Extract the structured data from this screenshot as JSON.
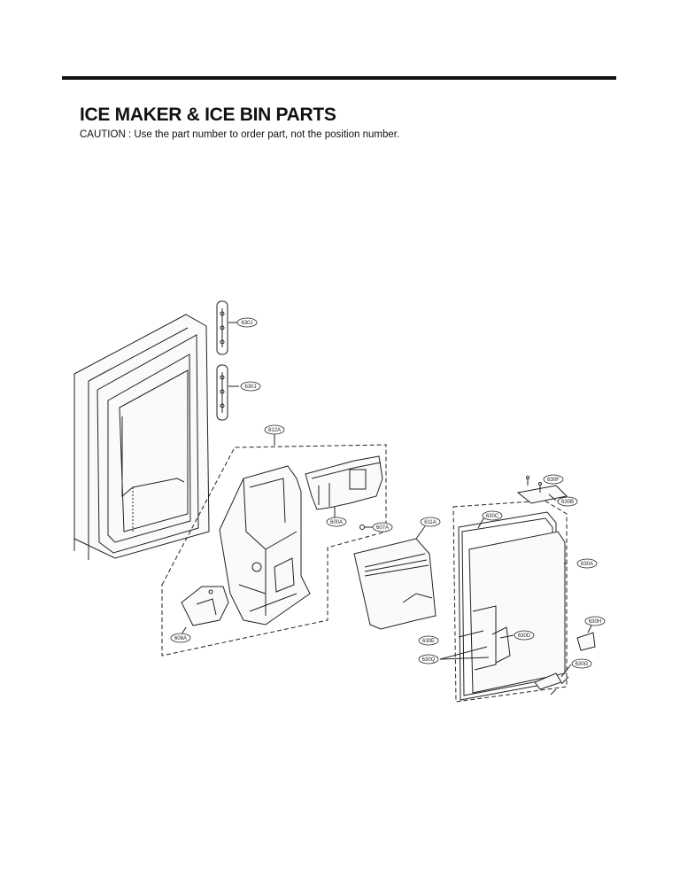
{
  "header": {
    "title": "ICE MAKER & ICE BIN PARTS",
    "caution": "CAUTION : Use the part number to order part, not the position number."
  },
  "callouts": {
    "c630J_top": "630J",
    "c630J_bottom": "630J",
    "c612A": "612A",
    "c600A": "600A",
    "c607A": "607A",
    "c611A": "611A",
    "c608A": "608A",
    "c630F": "630F",
    "c630B": "630B",
    "c630C": "630C",
    "c630A": "630A",
    "c630H": "630H",
    "c630D": "630D",
    "c630E": "630E",
    "c630Q": "630Q",
    "c630G": "630G"
  }
}
